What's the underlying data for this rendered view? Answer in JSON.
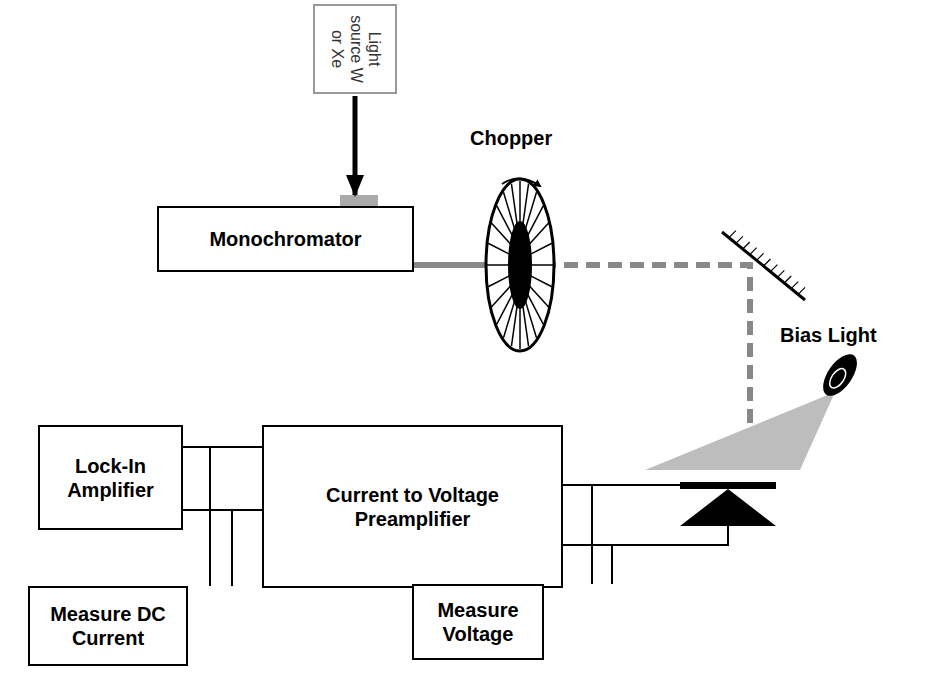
{
  "diagram": {
    "nodes": [
      {
        "text": [
          "Light source W or Xe"
        ]
      },
      {
        "text": [
          "Monochromator"
        ]
      },
      {
        "text": [
          "Lock-In Amplifier"
        ]
      },
      {
        "text": [
          "Current to Voltage Preamplifier"
        ]
      },
      {
        "text": [
          "Measure DC Current"
        ]
      },
      {
        "text": [
          "Measure Voltage"
        ]
      }
    ],
    "edges": [
      {
        "from": 0,
        "to": 1,
        "arrow": "to"
      },
      {
        "from": 2,
        "to": 3,
        "arrow": "none"
      },
      {
        "from": 4,
        "to": 3,
        "arrow": "none"
      },
      {
        "from": 5,
        "to": 3,
        "arrow": "none"
      }
    ],
    "labels": [
      "Chopper",
      "Bias Light"
    ]
  }
}
